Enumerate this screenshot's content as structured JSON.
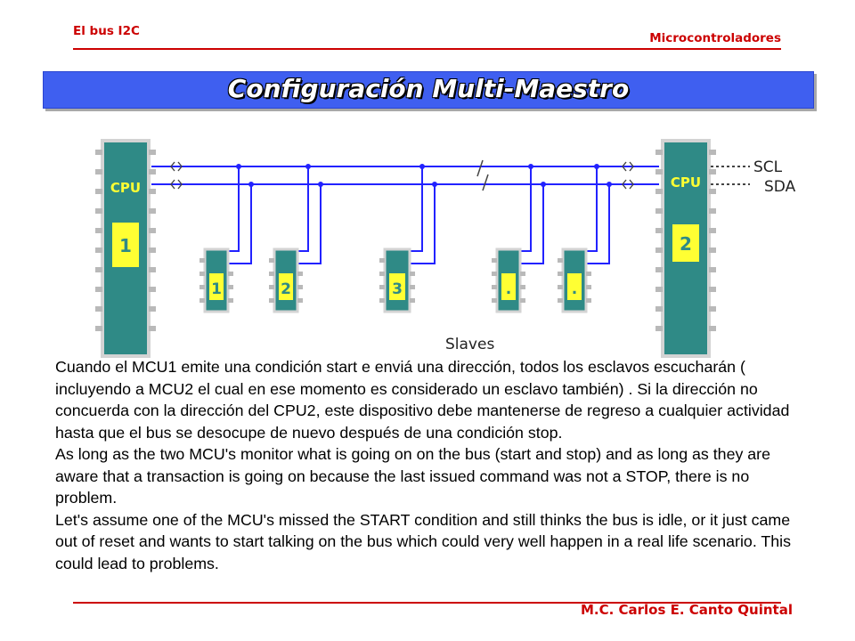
{
  "header": {
    "left": "El bus I2C",
    "right": "Microcontroladores"
  },
  "title": "Configuración Multi-Maestro",
  "diagram": {
    "cpu_label": "CPU",
    "master1_number": "1",
    "master2_number": "2",
    "slave_numbers": [
      "1",
      "2",
      "3",
      ".",
      "."
    ],
    "scl_label": "SCL",
    "sda_label": "SDA",
    "slaves_label": "Slaves",
    "colors": {
      "chip_body": "#2f8a86",
      "chip_border": "#d3d3d3",
      "chip_label": "#ffff33",
      "bus_line": "#2222ff"
    }
  },
  "paragraphs": [
    "Cuando el MCU1 emite una condición start e enviá una dirección, todos los esclavos escucharán ( incluyendo a MCU2 el cual en ese momento es considerado un esclavo también) . Si la dirección no concuerda con la dirección del CPU2, este dispositivo debe mantenerse de regreso a cualquier actividad hasta que el bus se desocupe de nuevo después de una condición stop.",
    "As long as the two MCU's monitor what is going on on the bus (start and stop) and as long as they are aware that a transaction is going on because the last issued command was not a STOP, there is no problem.",
    "Let's assume one of the MCU's missed the START condition and still thinks the bus is idle, or it just came out of reset and wants to start talking on the bus which could very well happen in a real life scenario. This could lead to problems."
  ],
  "footer": "M.C. Carlos E. Canto Quintal"
}
